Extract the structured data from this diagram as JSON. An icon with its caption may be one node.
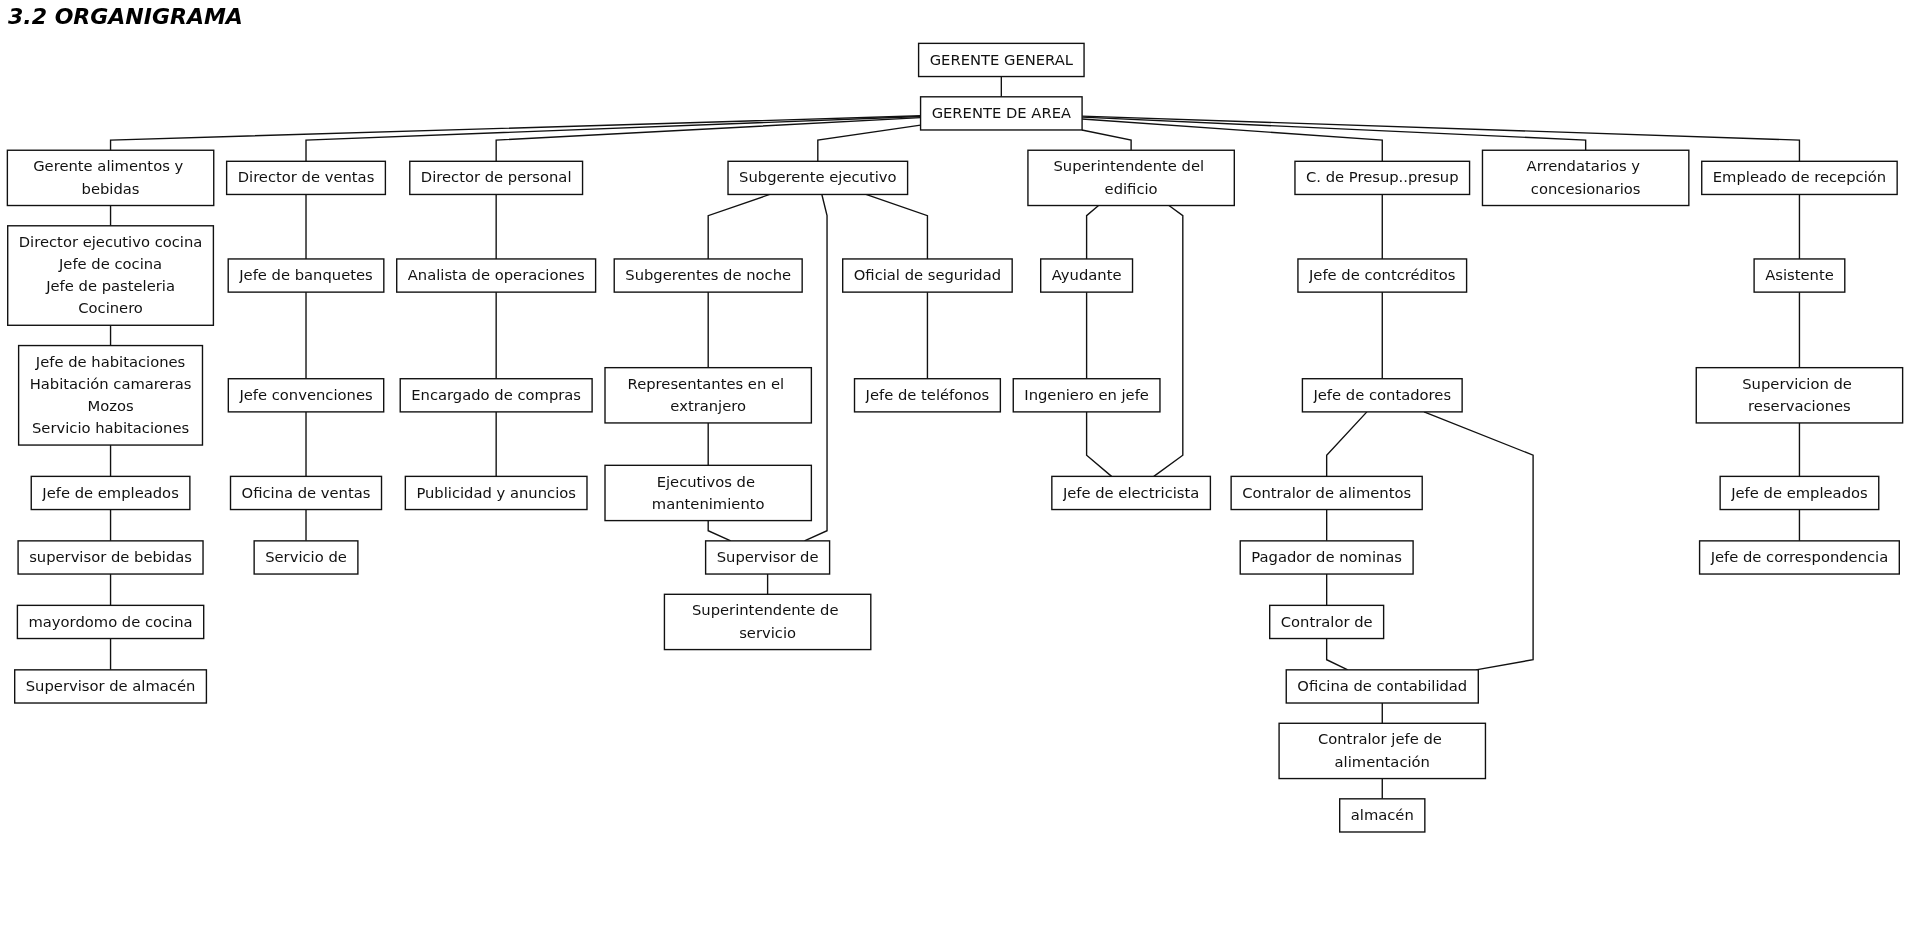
{
  "diagram": {
    "title": "3.2 ORGANIGRAMA",
    "nodes": [
      {
        "text": [
          "GERENTE GENERAL"
        ]
      },
      {
        "text": [
          "GERENTE DE AREA"
        ]
      },
      {
        "text": [
          "Gerente alimentos y bebidas"
        ]
      },
      {
        "text": [
          "Director ejecutivo cocina",
          "Jefe de cocina",
          "Jefe de pasteleria",
          "Cocinero"
        ]
      },
      {
        "text": [
          "Jefe de habitaciones",
          "Habitación camareras",
          "Mozos",
          "Servicio habitaciones"
        ]
      },
      {
        "text": [
          "Jefe de empleados"
        ]
      },
      {
        "text": [
          "supervisor de bebidas"
        ]
      },
      {
        "text": [
          "mayordomo de cocina"
        ]
      },
      {
        "text": [
          "Supervisor de almacén"
        ]
      },
      {
        "text": [
          "Director de ventas"
        ]
      },
      {
        "text": [
          "Jefe de banquetes"
        ]
      },
      {
        "text": [
          "Jefe convenciones"
        ]
      },
      {
        "text": [
          "Oficina de ventas"
        ]
      },
      {
        "text": [
          "Servicio de"
        ]
      },
      {
        "text": [
          "Director de personal"
        ]
      },
      {
        "text": [
          "Analista de operaciones"
        ]
      },
      {
        "text": [
          "Encargado de compras"
        ]
      },
      {
        "text": [
          "Publicidad y anuncios"
        ]
      },
      {
        "text": [
          "Subgerente ejecutivo"
        ]
      },
      {
        "text": [
          "Subgerentes de noche"
        ]
      },
      {
        "text": [
          "Representantes en el extranjero"
        ]
      },
      {
        "text": [
          "Ejecutivos de mantenimiento"
        ]
      },
      {
        "text": [
          "Supervisor de"
        ]
      },
      {
        "text": [
          "Superintendente de servicio"
        ]
      },
      {
        "text": [
          "Superintendente del edificio"
        ]
      },
      {
        "text": [
          "Ayudante"
        ]
      },
      {
        "text": [
          "Ingeniero en jefe"
        ]
      },
      {
        "text": [
          "Jefe de electricista"
        ]
      },
      {
        "text": [
          "Oficial de seguridad"
        ]
      },
      {
        "text": [
          "Jefe de teléfonos"
        ]
      },
      {
        "text": [
          "C. de Presup..presup"
        ]
      },
      {
        "text": [
          "Jefe de contcréditos"
        ]
      },
      {
        "text": [
          "Jefe de contadores"
        ]
      },
      {
        "text": [
          "Contralor de alimentos"
        ]
      },
      {
        "text": [
          "Pagador de nominas"
        ]
      },
      {
        "text": [
          "Contralor de"
        ]
      },
      {
        "text": [
          "Oficina de contabilidad"
        ]
      },
      {
        "text": [
          "Contralor jefe de alimentación"
        ]
      },
      {
        "text": [
          "almacén"
        ]
      },
      {
        "text": [
          "Arrendatarios y concesionarios"
        ]
      },
      {
        "text": [
          "Empleado de recepción"
        ]
      },
      {
        "text": [
          "Asistente"
        ]
      },
      {
        "text": [
          "Supervicion de reservaciones"
        ]
      },
      {
        "text": [
          "Jefe de empleados"
        ]
      },
      {
        "text": [
          "Jefe de correspondencia"
        ]
      }
    ],
    "edges": [
      {
        "from": 0,
        "to": 1,
        "arrow": "none"
      },
      {
        "from": 1,
        "to": 2,
        "arrow": "none"
      },
      {
        "from": 2,
        "to": 3,
        "arrow": "none"
      },
      {
        "from": 3,
        "to": 4,
        "arrow": "none"
      },
      {
        "from": 4,
        "to": 5,
        "arrow": "none"
      },
      {
        "from": 5,
        "to": 6,
        "arrow": "none"
      },
      {
        "from": 6,
        "to": 7,
        "arrow": "none"
      },
      {
        "from": 7,
        "to": 8,
        "arrow": "none"
      },
      {
        "from": 1,
        "to": 9,
        "arrow": "none"
      },
      {
        "from": 9,
        "to": 10,
        "arrow": "none"
      },
      {
        "from": 10,
        "to": 11,
        "arrow": "none"
      },
      {
        "from": 11,
        "to": 12,
        "arrow": "none"
      },
      {
        "from": 12,
        "to": 13,
        "arrow": "none"
      },
      {
        "from": 1,
        "to": 14,
        "arrow": "none"
      },
      {
        "from": 14,
        "to": 15,
        "arrow": "none"
      },
      {
        "from": 15,
        "to": 16,
        "arrow": "none"
      },
      {
        "from": 16,
        "to": 17,
        "arrow": "none"
      },
      {
        "from": 1,
        "to": 18,
        "arrow": "none"
      },
      {
        "from": 18,
        "to": 19,
        "arrow": "none"
      },
      {
        "from": 19,
        "to": 20,
        "arrow": "none"
      },
      {
        "from": 20,
        "to": 21,
        "arrow": "none"
      },
      {
        "from": 21,
        "to": 22,
        "arrow": "none"
      },
      {
        "from": 22,
        "to": 23,
        "arrow": "none"
      },
      {
        "from": 18,
        "to": 22,
        "arrow": "none"
      },
      {
        "from": 18,
        "to": 28,
        "arrow": "none"
      },
      {
        "from": 1,
        "to": 24,
        "arrow": "none"
      },
      {
        "from": 24,
        "to": 25,
        "arrow": "none"
      },
      {
        "from": 25,
        "to": 26,
        "arrow": "none"
      },
      {
        "from": 26,
        "to": 27,
        "arrow": "none"
      },
      {
        "from": 24,
        "to": 27,
        "arrow": "none"
      },
      {
        "from": 28,
        "to": 29,
        "arrow": "none"
      },
      {
        "from": 1,
        "to": 30,
        "arrow": "none"
      },
      {
        "from": 30,
        "to": 31,
        "arrow": "none"
      },
      {
        "from": 31,
        "to": 32,
        "arrow": "none"
      },
      {
        "from": 32,
        "to": 33,
        "arrow": "none"
      },
      {
        "from": 33,
        "to": 34,
        "arrow": "none"
      },
      {
        "from": 34,
        "to": 35,
        "arrow": "none"
      },
      {
        "from": 35,
        "to": 36,
        "arrow": "none"
      },
      {
        "from": 32,
        "to": 36,
        "arrow": "none"
      },
      {
        "from": 36,
        "to": 37,
        "arrow": "none"
      },
      {
        "from": 37,
        "to": 38,
        "arrow": "none"
      },
      {
        "from": 1,
        "to": 39,
        "arrow": "none"
      },
      {
        "from": 1,
        "to": 40,
        "arrow": "none"
      },
      {
        "from": 40,
        "to": 41,
        "arrow": "none"
      },
      {
        "from": 41,
        "to": 42,
        "arrow": "none"
      },
      {
        "from": 42,
        "to": 43,
        "arrow": "none"
      },
      {
        "from": 43,
        "to": 44,
        "arrow": "none"
      }
    ]
  }
}
